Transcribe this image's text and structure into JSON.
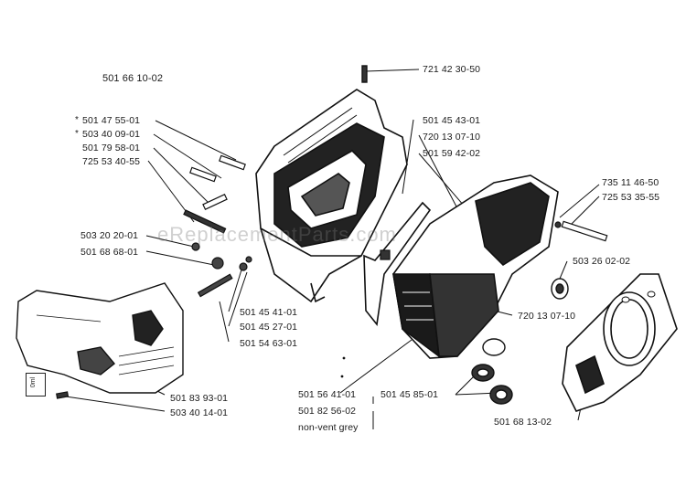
{
  "diagram": {
    "assembly_number": "501 66 10-02",
    "watermark": "eReplacementParts.com",
    "badge_text": "0ml",
    "labels": {
      "p721423050": "721 42 30-50",
      "p501475501": "501 47 55-01",
      "p503400901": "503 40 09-01",
      "p501795801": "501 79 58-01",
      "p725534055": "725 53 40-55",
      "p501454301": "501 45 43-01",
      "p720130710a": "720 13 07-10",
      "p501594202": "501 59 42-02",
      "p735114650": "735 11 46-50",
      "p725533555": "725 53 35-55",
      "p503202001": "503 20 20-01",
      "p501686801": "501 68 68-01",
      "p503260202": "503 26 02-02",
      "p501454101": "501 45 41-01",
      "p501452701": "501 45 27-01",
      "p501546301": "501 54 63-01",
      "p720130710b": "720 13 07-10",
      "p501839301": "501 83 93-01",
      "p503401401": "503 40 14-01",
      "p501564101": "501 56 41-01",
      "p501458501": "501 45 85-01",
      "p501825602": "501 82 56-02",
      "nonvent": "non-vent grey",
      "p501681302": "501 68 13-02"
    }
  }
}
